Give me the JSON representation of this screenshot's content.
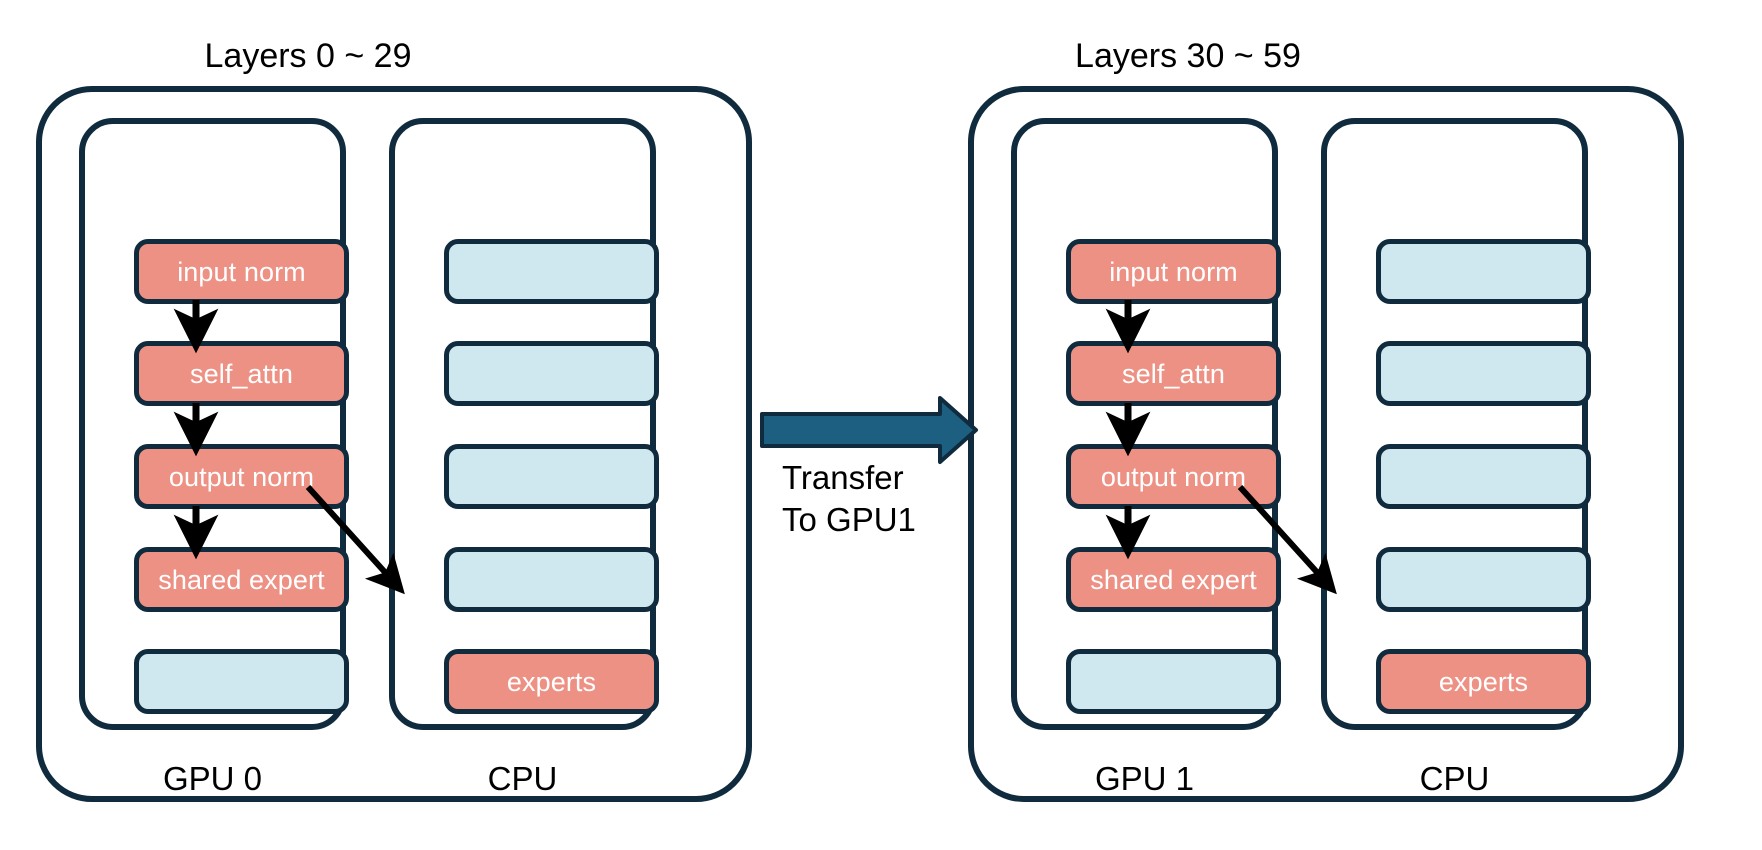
{
  "diagram": {
    "title_left": "Layers 0 ~ 29",
    "title_right": "Layers 30 ~ 59",
    "colors": {
      "salmon": "#EE9185",
      "light_blue": "#CFE7EE",
      "outline": "#0F2B3D",
      "transfer_arrow": "#1C5F80",
      "flow_arrow": "#000000",
      "background": "#FFFFFF",
      "text": "#000000",
      "block_text": "#FFFFFF"
    },
    "transfer": {
      "line1": "Transfer",
      "line2": "To GPU1",
      "arrow_icon": "right-block-arrow"
    },
    "groups": [
      {
        "id": "group-left",
        "title": "Layers 0 ~ 29",
        "columns": [
          {
            "id": "gpu0",
            "label": "GPU 0",
            "blocks": [
              {
                "label": "input norm",
                "kind": "salmon"
              },
              {
                "label": "self_attn",
                "kind": "salmon"
              },
              {
                "label": "output norm",
                "kind": "salmon"
              },
              {
                "label": "shared expert",
                "kind": "salmon"
              },
              {
                "label": "",
                "kind": "blue"
              }
            ]
          },
          {
            "id": "cpu0",
            "label": "CPU",
            "blocks": [
              {
                "label": "",
                "kind": "blue"
              },
              {
                "label": "",
                "kind": "blue"
              },
              {
                "label": "",
                "kind": "blue"
              },
              {
                "label": "",
                "kind": "blue"
              },
              {
                "label": "experts",
                "kind": "salmon"
              }
            ]
          }
        ]
      },
      {
        "id": "group-right",
        "title": "Layers 30 ~ 59",
        "columns": [
          {
            "id": "gpu1",
            "label": "GPU 1",
            "blocks": [
              {
                "label": "input norm",
                "kind": "salmon"
              },
              {
                "label": "self_attn",
                "kind": "salmon"
              },
              {
                "label": "output norm",
                "kind": "salmon"
              },
              {
                "label": "shared expert",
                "kind": "salmon"
              },
              {
                "label": "",
                "kind": "blue"
              }
            ]
          },
          {
            "id": "cpu1",
            "label": "CPU",
            "blocks": [
              {
                "label": "",
                "kind": "blue"
              },
              {
                "label": "",
                "kind": "blue"
              },
              {
                "label": "",
                "kind": "blue"
              },
              {
                "label": "",
                "kind": "blue"
              },
              {
                "label": "experts",
                "kind": "salmon"
              }
            ]
          }
        ]
      }
    ]
  }
}
